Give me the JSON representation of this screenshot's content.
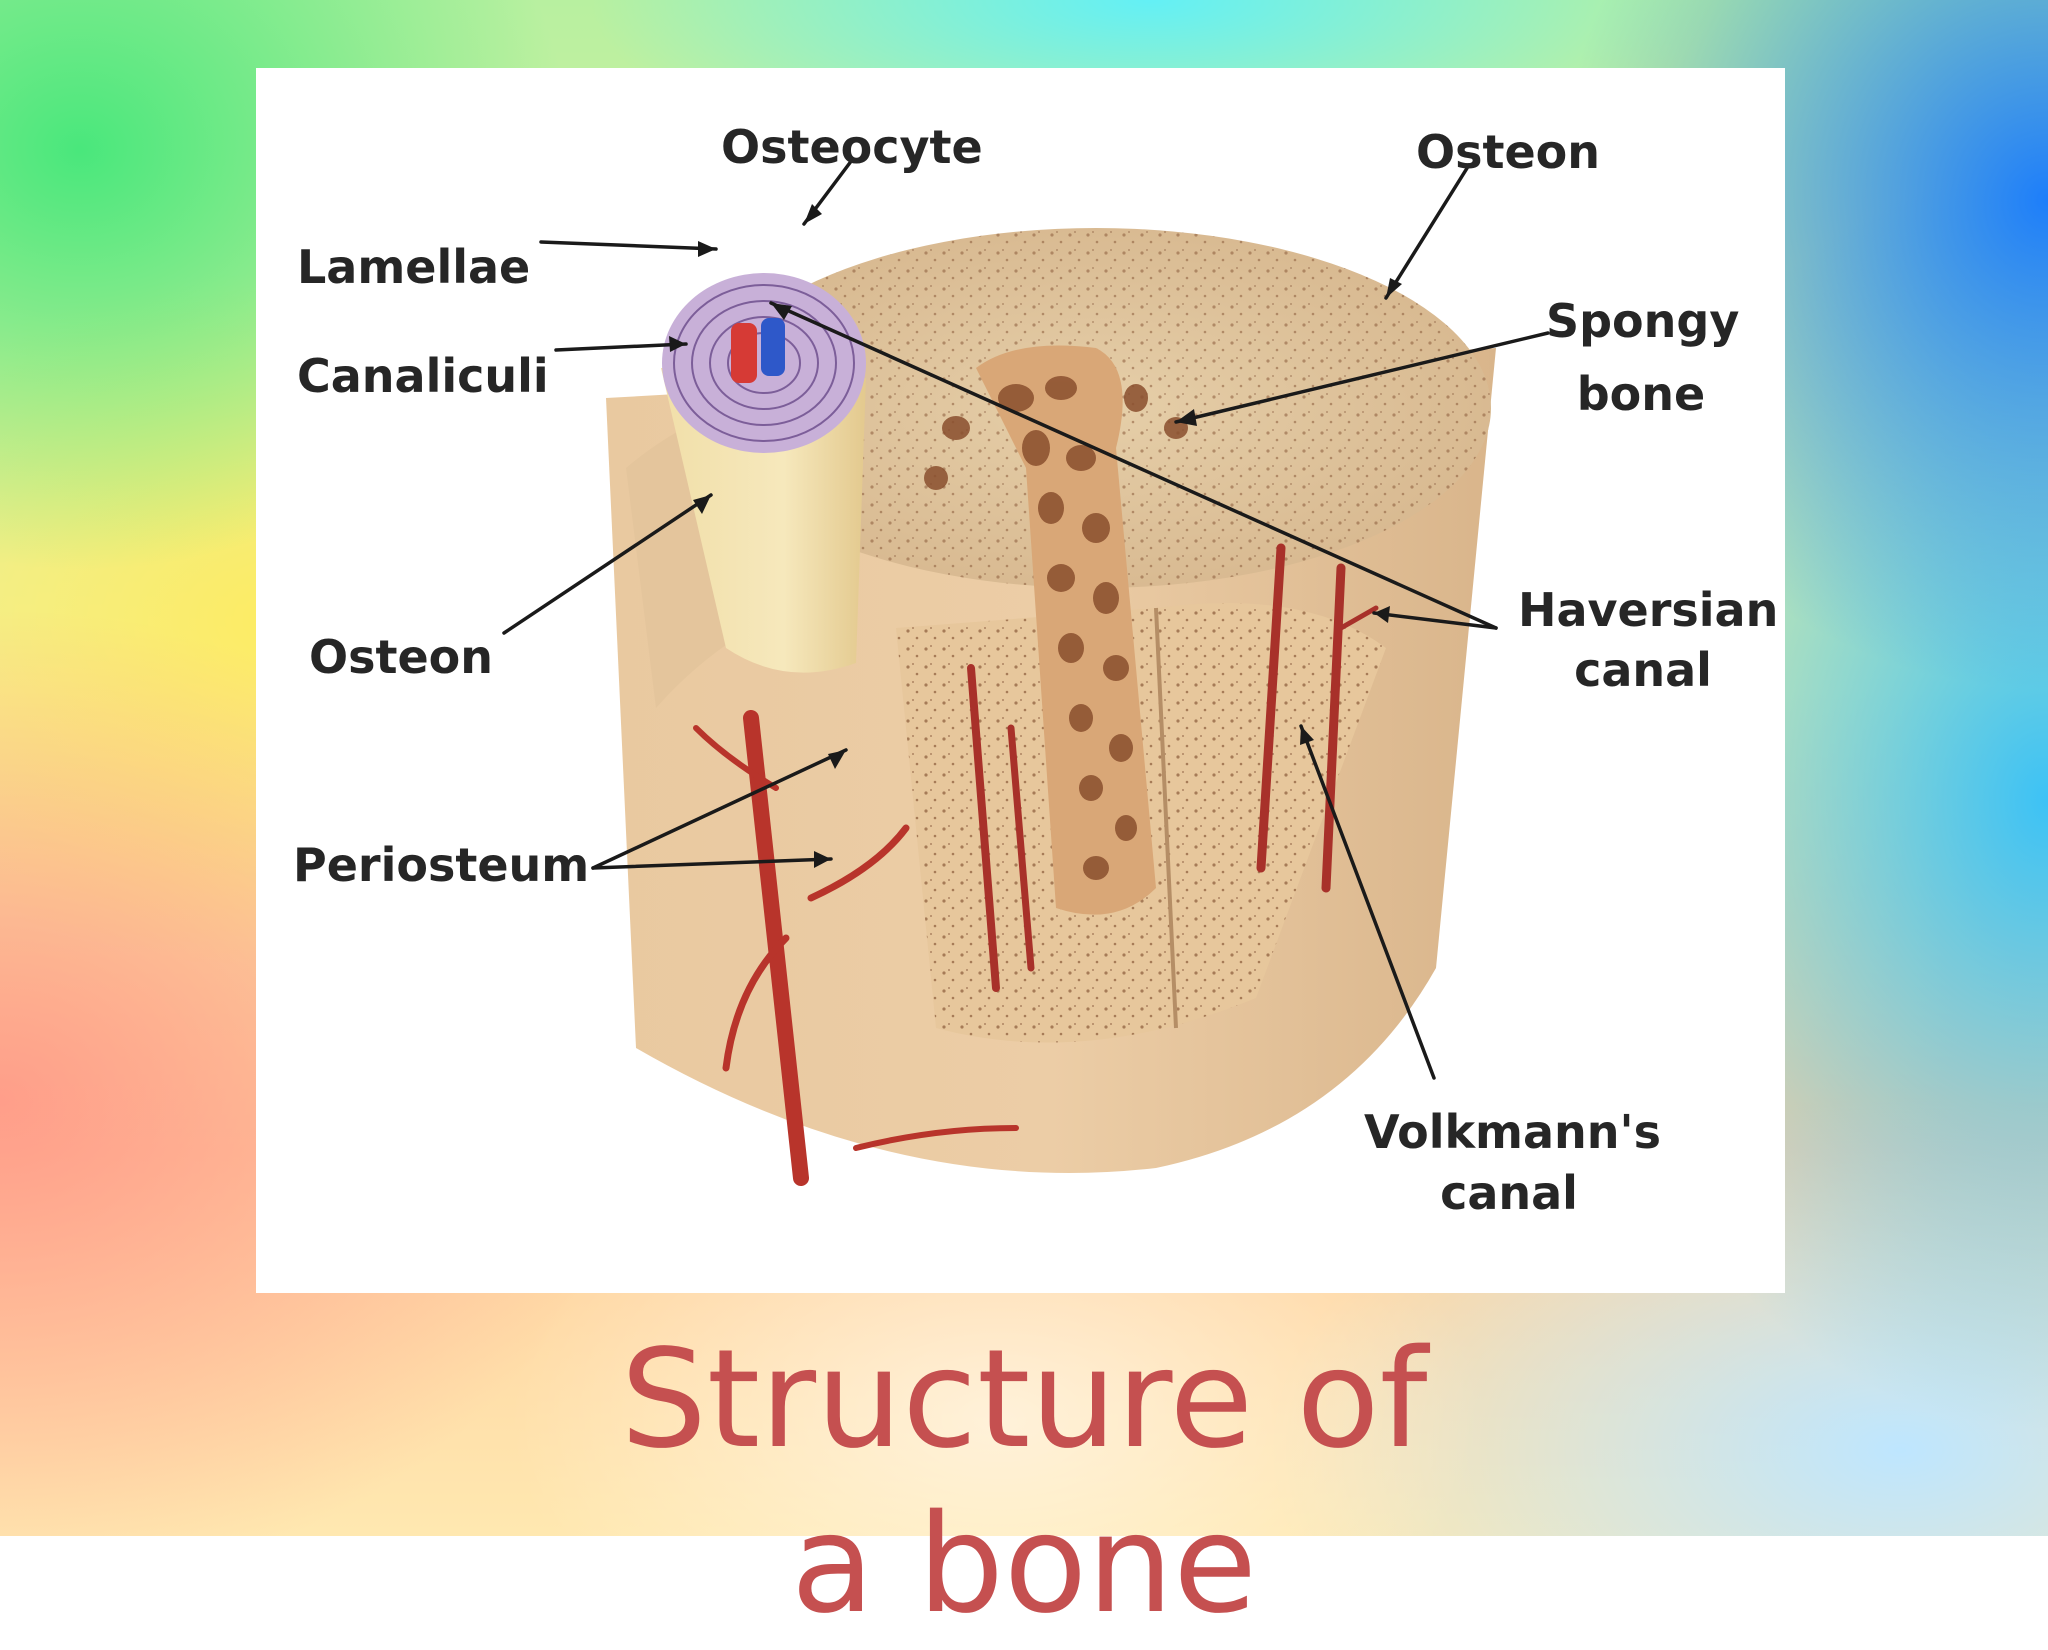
{
  "diagram": {
    "labels": {
      "osteocyte": "Osteocyte",
      "osteon_top": "Osteon",
      "lamellae": "Lamellae",
      "canaliculi": "Canaliculi",
      "spongy_bone_1": "Spongy",
      "spongy_bone_2": "bone",
      "osteon_left": "Osteon",
      "haversian_1": "Haversian",
      "haversian_2": "canal",
      "periosteum": "Periosteum",
      "volkmann_1": "Volkmann's",
      "volkmann_2": "canal"
    }
  },
  "slide": {
    "title_line1": "Structure of",
    "title_line2": "a bone"
  }
}
